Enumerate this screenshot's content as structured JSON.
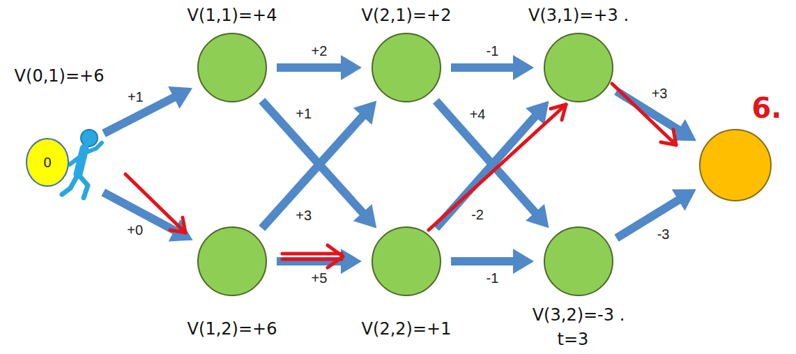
{
  "diagram": {
    "nodes": [
      {
        "text": [
          "0",
          "V(0,1)=+6"
        ]
      },
      {
        "text": [
          "V(1,1)=+4"
        ]
      },
      {
        "text": [
          "V(1,2)=+6"
        ]
      },
      {
        "text": [
          "V(2,1)=+2"
        ]
      },
      {
        "text": [
          "V(2,2)=+1"
        ]
      },
      {
        "text": [
          "V(3,1)=+3 ."
        ]
      },
      {
        "text": [
          "V(3,2)=-3 ."
        ]
      },
      {
        "text": [
          "6."
        ]
      }
    ],
    "edges": [
      {
        "from": 0,
        "to": 1,
        "arrow": "to",
        "label": "+1"
      },
      {
        "from": 0,
        "to": 2,
        "arrow": "to",
        "label": "+0"
      },
      {
        "from": 1,
        "to": 3,
        "arrow": "to",
        "label": "+2"
      },
      {
        "from": 1,
        "to": 4,
        "arrow": "to",
        "label": "+1"
      },
      {
        "from": 2,
        "to": 3,
        "arrow": "to",
        "label": "+3"
      },
      {
        "from": 2,
        "to": 4,
        "arrow": "to",
        "label": "+5"
      },
      {
        "from": 3,
        "to": 5,
        "arrow": "to",
        "label": "-1"
      },
      {
        "from": 3,
        "to": 6,
        "arrow": "to",
        "label": "+4"
      },
      {
        "from": 4,
        "to": 5,
        "arrow": "to",
        "label": "-2"
      },
      {
        "from": 4,
        "to": 6,
        "arrow": "to",
        "label": "-1"
      },
      {
        "from": 5,
        "to": 7,
        "arrow": "to",
        "label": "+3"
      },
      {
        "from": 6,
        "to": 7,
        "arrow": "to",
        "label": "-3"
      }
    ],
    "labels": [
      "t=3"
    ]
  }
}
